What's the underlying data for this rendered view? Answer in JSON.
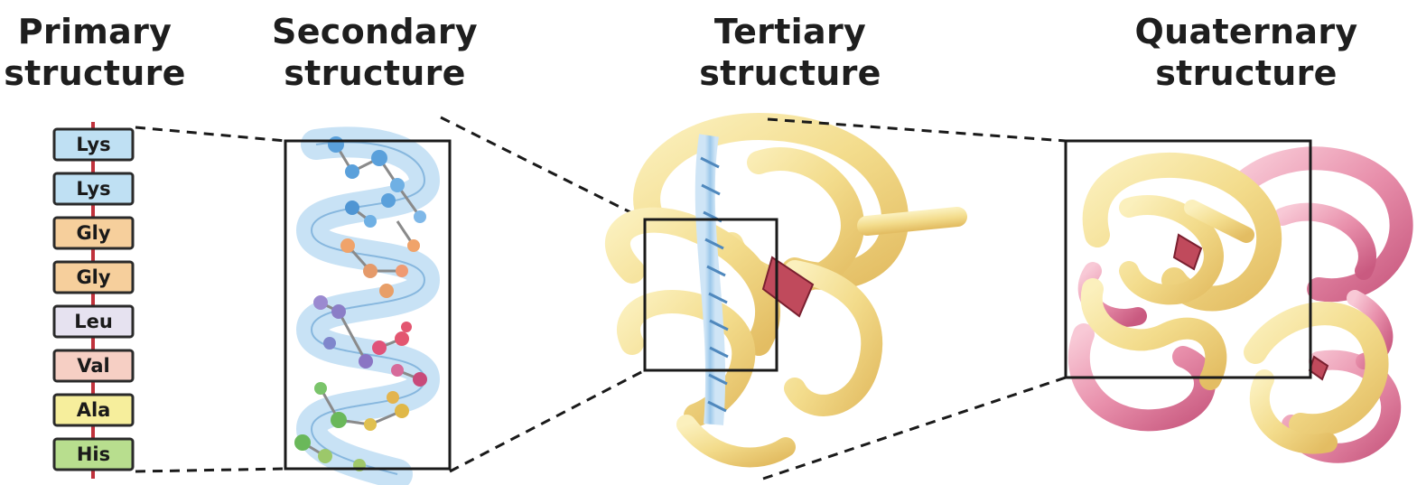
{
  "headings": {
    "primary": {
      "line1": "Primary",
      "line2": "structure"
    },
    "secondary": {
      "line1": "Secondary",
      "line2": "structure"
    },
    "tertiary": {
      "line1": "Tertiary",
      "line2": "structure"
    },
    "quaternary": {
      "line1": "Quaternary",
      "line2": "structure"
    }
  },
  "residues": [
    {
      "name": "Lys",
      "color": "#bfe0f3"
    },
    {
      "name": "Lys",
      "color": "#bfe0f3"
    },
    {
      "name": "Gly",
      "color": "#f6cf9c"
    },
    {
      "name": "Gly",
      "color": "#f6cf9c"
    },
    {
      "name": "Leu",
      "color": "#e6e2f0"
    },
    {
      "name": "Val",
      "color": "#f6cfc4"
    },
    {
      "name": "Ala",
      "color": "#f6ee9c"
    },
    {
      "name": "His",
      "color": "#b8de8e"
    }
  ],
  "colors": {
    "chain_line": "#c0323c",
    "helix_ribbon": "#9cc8ea",
    "protein_yellow": "#f3dd8a",
    "protein_pink": "#e58aa8",
    "heme": "#c04a5c"
  }
}
